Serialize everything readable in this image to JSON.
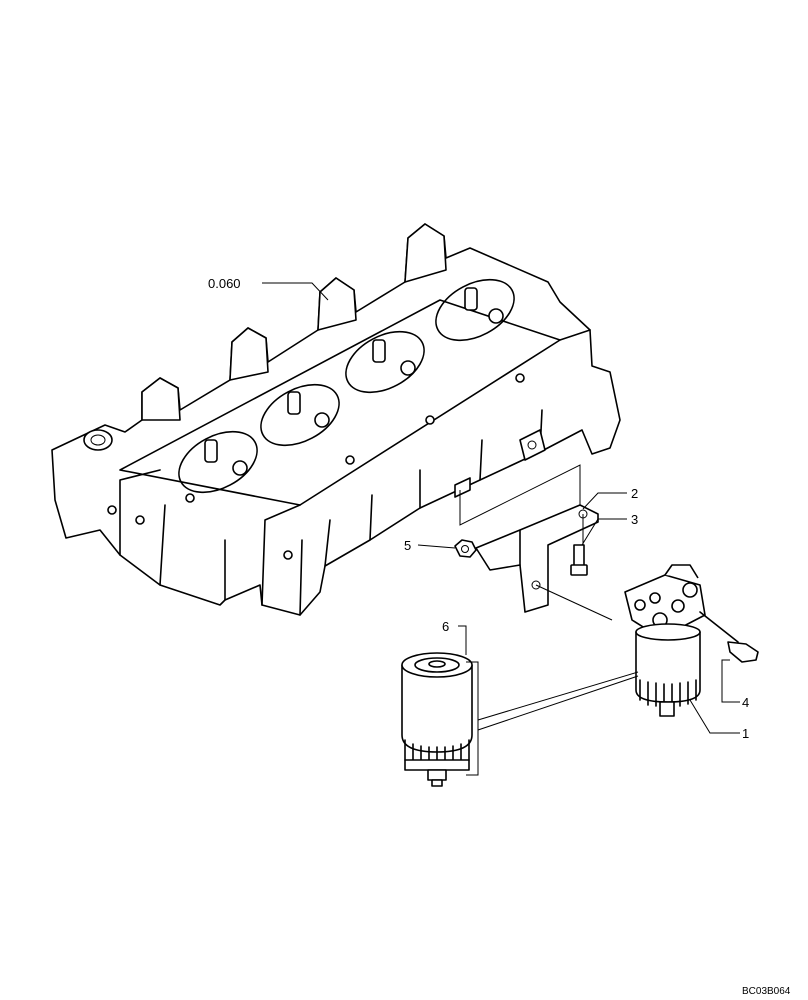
{
  "diagram": {
    "callouts": {
      "ref_head": "0.060",
      "c1": "1",
      "c2": "2",
      "c3": "3",
      "c4": "4",
      "c5": "5",
      "c6": "6"
    },
    "drawing_code": "BC03B064"
  }
}
